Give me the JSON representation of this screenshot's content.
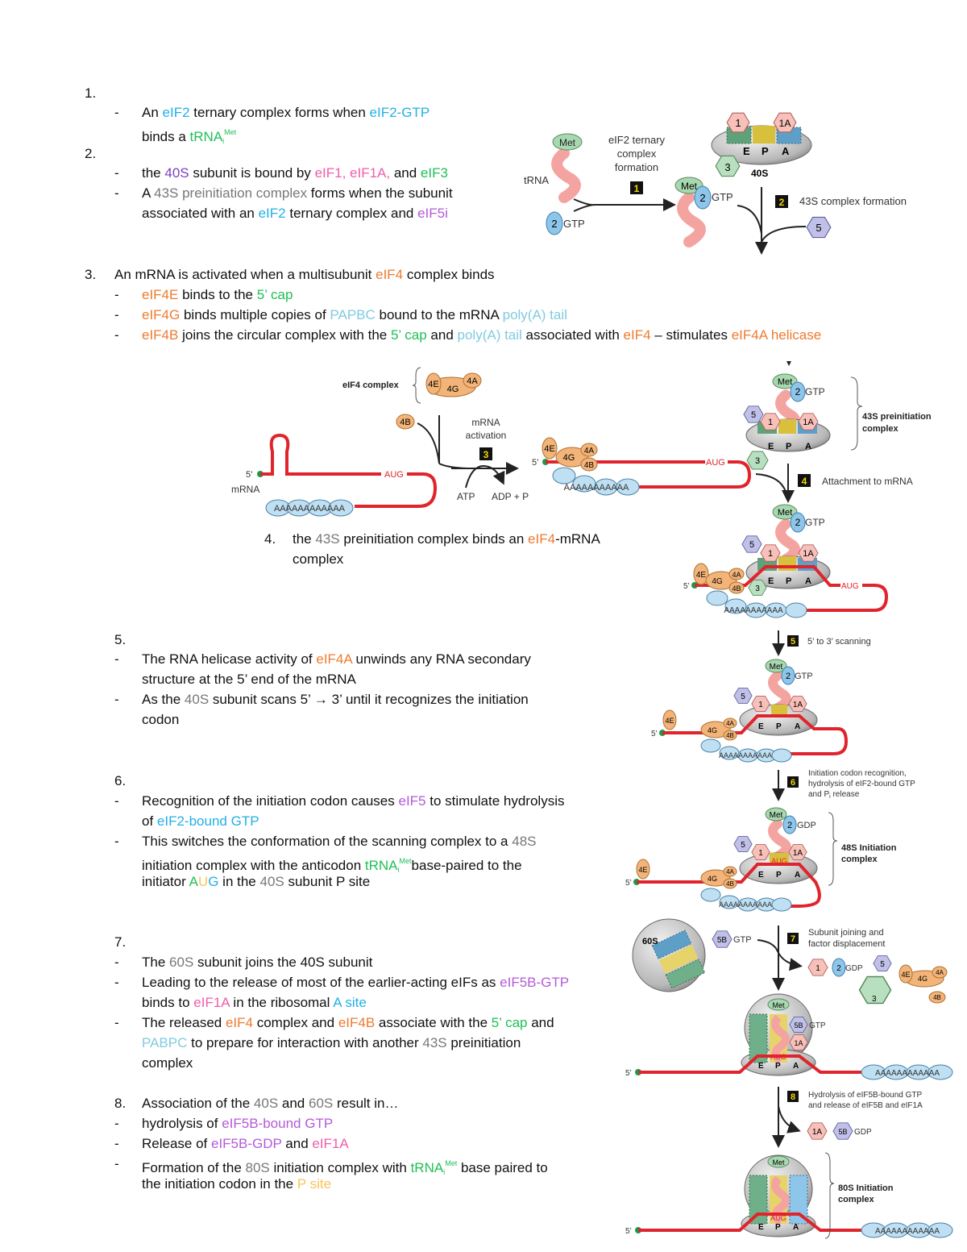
{
  "colors": {
    "eif2": "#22b0e6",
    "trna": "#1fbf55",
    "subunit40s": "#7d3fbf",
    "eif1": "#f05cab",
    "gray": "#777777",
    "eif5": "#b45ad8",
    "eif4": "#ef7a2f",
    "pabpc": "#7fcbe0",
    "psite": "#f7c45a",
    "mrna_red": "#e0242c"
  },
  "steps": [
    {
      "num": "1.",
      "bullets": [
        {
          "line1": [
            "An ",
            {
              "c": "eif2",
              "t": "eIF2"
            },
            " ternary complex forms when ",
            {
              "c": "eif2",
              "t": "eIF2-GTP"
            }
          ],
          "line2": [
            "binds a ",
            {
              "c": "trna",
              "t": "tRNA"
            },
            {
              "sub": "i"
            },
            {
              "sup": "Met"
            }
          ]
        }
      ]
    },
    {
      "num": "2.",
      "bullets": [
        {
          "line1": [
            "the ",
            {
              "t": "40S"
            },
            " subunit is bound by ",
            {
              "t": "eIF1, eIF1A,"
            },
            " and ",
            {
              "t": "eIF3"
            }
          ]
        },
        {
          "line1": [
            "A ",
            {
              "t": "43S preinitiation complex"
            },
            " forms when the subunit"
          ],
          "line2": [
            "associated with an ",
            {
              "t": "eIF2"
            },
            " ternary complex and ",
            {
              "t": "eIF5i"
            }
          ]
        }
      ]
    }
  ],
  "text": {
    "s1_num": "1.",
    "s1_b1_a": "An ",
    "s1_b1_b": "eIF2",
    "s1_b1_c": " ternary complex forms when ",
    "s1_b1_d": "eIF2-GTP",
    "s1_b1_e": "binds a ",
    "s1_b1_f": "tRNA",
    "s1_b1_sub": "i",
    "s1_b1_sup": "Met",
    "s2_num": "2.",
    "s2_b1_a": "the ",
    "s2_b1_b": "40S",
    "s2_b1_c": " subunit is bound by ",
    "s2_b1_d": "eIF1, eIF1A,",
    "s2_b1_e": " and ",
    "s2_b1_f": "eIF3",
    "s2_b2_a": "A ",
    "s2_b2_b": "43S preinitiation complex",
    "s2_b2_c": " forms when the subunit",
    "s2_b2_d": "associated with an ",
    "s2_b2_e": "eIF2",
    "s2_b2_f": " ternary complex and ",
    "s2_b2_g": "eIF5i",
    "s3_num": "3.",
    "s3_a": "An mRNA is activated when a multisubunit ",
    "s3_b": "eIF4",
    "s3_c": " complex binds",
    "s3_b1_a": "eIF4E",
    "s3_b1_b": " binds to the ",
    "s3_b1_c": "5’ cap",
    "s3_b2_a": "eIF4G",
    "s3_b2_b": " binds multiple copies of ",
    "s3_b2_c": "PAPBC",
    "s3_b2_d": " bound to the mRNA ",
    "s3_b2_e": "poly(A) tail",
    "s3_b3_a": "eIF4B",
    "s3_b3_b": " joins the circular complex with the ",
    "s3_b3_c": "5’ cap",
    "s3_b3_d": " and ",
    "s3_b3_e": "poly(A) tail",
    "s3_b3_f": " associated with ",
    "s3_b3_g": "eIF4",
    "s3_b3_h": " – stimulates ",
    "s3_b3_i": "eIF4A helicase",
    "s4_num": "4.",
    "s4_a": "the ",
    "s4_b": "43S",
    "s4_c": " preinitiation complex binds an ",
    "s4_d": "eIF4",
    "s4_e": "-mRNA",
    "s4_f": "complex",
    "s5_num": "5.",
    "s5_b1_a": "The RNA helicase activity of ",
    "s5_b1_b": "eIF4A",
    "s5_b1_c": " unwinds any RNA secondary",
    "s5_b1_d": "structure at the 5’ end of the mRNA",
    "s5_b2_a": "As the ",
    "s5_b2_b": "40S",
    "s5_b2_c": " subunit scans 5’ → 3’ until it recognizes the initiation",
    "s5_b2_d": "codon",
    "s6_num": "6.",
    "s6_b1_a": "Recognition of the initiation codon causes ",
    "s6_b1_b": "eIF5",
    "s6_b1_c": " to stimulate hydrolysis",
    "s6_b1_d": "of ",
    "s6_b1_e": "eIF2-bound GTP",
    "s6_b2_a": "This switches the conformation of the  scanning complex to a ",
    "s6_b2_b": "48S",
    "s6_b2_c": "initiation complex with the anticodon ",
    "s6_b2_d": "tRNA",
    "s6_b2_sub": "i",
    "s6_b2_sup": "Met",
    "s6_b2_e": "base-paired to the",
    "s6_b2_f": "initiator ",
    "s6_b2_A": "A",
    "s6_b2_U": "U",
    "s6_b2_G": "G",
    "s6_b2_g": " in the ",
    "s6_b2_h": "40S",
    "s6_b2_i": " subunit P site",
    "s7_num": "7.",
    "s7_b1_a": "The ",
    "s7_b1_b": "60S",
    "s7_b1_c": " subunit joins the 40S subunit",
    "s7_b2_a": "Leading to the release of most of the earlier-acting eIFs as ",
    "s7_b2_b": "eIF5B-GTP",
    "s7_b2_c": "binds to ",
    "s7_b2_d": "eIF1A",
    "s7_b2_e": " in the ribosomal ",
    "s7_b2_f": "A site",
    "s7_b3_a": "The released ",
    "s7_b3_b": "eIF4",
    "s7_b3_c": " complex and ",
    "s7_b3_d": "eIF4B",
    "s7_b3_e": " associate with the ",
    "s7_b3_f": "5’ cap",
    "s7_b3_g": " and",
    "s7_b3_h": "PABPC",
    "s7_b3_i": " to prepare for interaction with another ",
    "s7_b3_j": "43S",
    "s7_b3_k": " preinitiation",
    "s7_b3_l": "complex",
    "s8_num": "8.",
    "s8_a": "Association of the ",
    "s8_b": "40S",
    "s8_c": " and ",
    "s8_d": "60S",
    "s8_e": " result in…",
    "s8_b1_a": " hydrolysis of ",
    "s8_b1_b": "eIF5B-bound GTP",
    "s8_b2_a": " Release of ",
    "s8_b2_b": "eIF5B-GDP",
    "s8_b2_c": " and ",
    "s8_b2_d": "eIF1A",
    "s8_b3_a": "Formation of the ",
    "s8_b3_b": "80S",
    "s8_b3_c": " initiation complex with ",
    "s8_b3_d": "tRNA",
    "s8_b3_sub": "i",
    "s8_b3_sup": "Met",
    "s8_b3_e": " base paired to",
    "s8_b3_f": "the initiation codon in the ",
    "s8_b3_g": "P  site",
    "dash": "-"
  },
  "figure": {
    "met": "Met",
    "trna": "tRNA",
    "gtp": "GTP",
    "gdp": "GDP",
    "two": "2",
    "step1_label": [
      "eIF2 ternary",
      "complex",
      "formation"
    ],
    "step1": "1",
    "step2": "2",
    "step2_label": "43S complex formation",
    "f1": "1",
    "f1a": "1A",
    "f3": "3",
    "f5": "5",
    "f5b": "5B",
    "e": "E",
    "p": "P",
    "a": "A",
    "s40": "40S",
    "s60": "60S",
    "eif4_complex": "eIF4 complex",
    "f4e": "4E",
    "f4g": "4G",
    "f4a": "4A",
    "f4b": "4B",
    "mrna_act": [
      "mRNA",
      "activation"
    ],
    "step3": "3",
    "atp": "ATP",
    "adp": "ADP + P",
    "five_prime": "5’",
    "mrna": "mRNA",
    "aug": "AUG",
    "polya": "AAAAAAAAAAAA",
    "polya_short": "AAAAAAAAAAA",
    "c43s": [
      "43S preinitiation",
      "complex"
    ],
    "step4": "4",
    "step4_label": "Attachment to mRNA",
    "step5": "5",
    "step5_label": "5’ to 3’ scanning",
    "step6": "6",
    "step6_label": [
      "Initiation codon recognition,",
      "hydrolysis of eIF2-bound GTP",
      "and P",
      " release"
    ],
    "step6_sub": "i",
    "c48s": [
      "48S Initiation",
      "complex"
    ],
    "step7": "7",
    "step7_label": [
      "Subunit joining and",
      "factor displacement"
    ],
    "step8": "8",
    "step8_label": [
      "Hydrolysis of eIF5B-bound GTP",
      "and release of eIF5B and eIF1A"
    ],
    "c80s": [
      "80S Initiation",
      "complex"
    ]
  }
}
